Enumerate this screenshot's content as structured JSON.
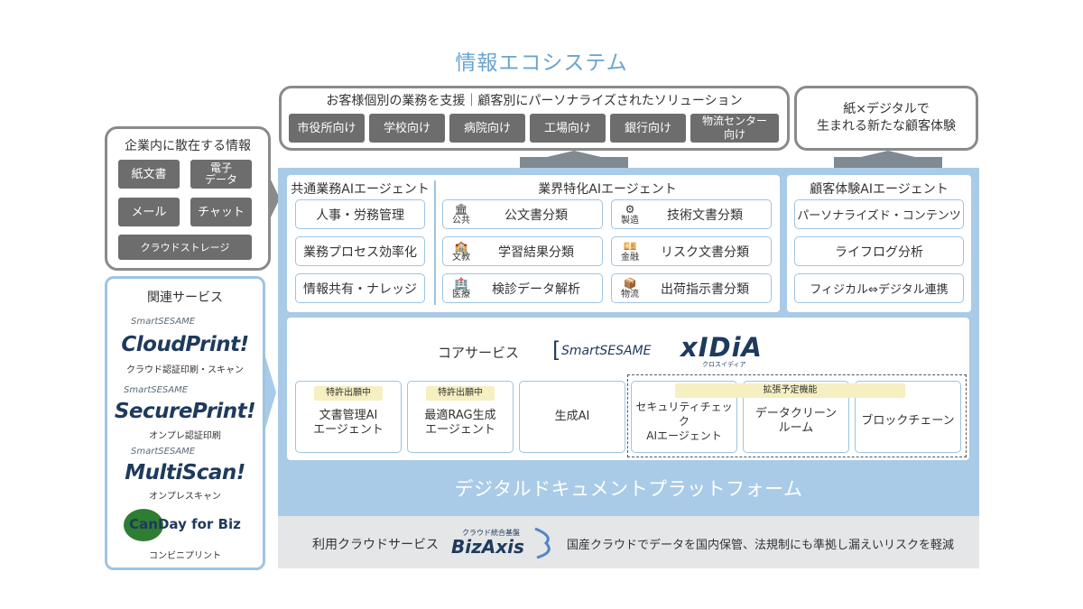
{
  "title": "情報エコシステム",
  "solutions": {
    "heading": "お客様個別の業務を支援｜顧客別にパーソナライズされたソリューション",
    "items": [
      "市役所向け",
      "学校向け",
      "病院向け",
      "工場向け",
      "銀行向け",
      "物流センター\n向け"
    ]
  },
  "experience_box": "紙×デジタルで\n生まれる新たな顧客体験",
  "scattered": {
    "heading": "企業内に散在する情報",
    "items": [
      "紙文書",
      "電子\nデータ",
      "メール",
      "チャット",
      "クラウドストレージ"
    ]
  },
  "common_agent": {
    "heading": "共通業務AIエージェント",
    "items": [
      "人事・労務管理",
      "業務プロセス効率化",
      "情報共有・ナレッジ"
    ]
  },
  "industry_agent": {
    "heading": "業界特化AIエージェント",
    "items": [
      {
        "tag": "公共",
        "label": "公文書分類",
        "icon": "building-icon",
        "sym": "🏛"
      },
      {
        "tag": "製造",
        "label": "技術文書分類",
        "icon": "robot-arm-icon",
        "sym": "⚙"
      },
      {
        "tag": "文教",
        "label": "学習結果分類",
        "icon": "school-icon",
        "sym": "🏫"
      },
      {
        "tag": "金融",
        "label": "リスク文書分類",
        "icon": "money-icon",
        "sym": "💴"
      },
      {
        "tag": "医療",
        "label": "検診データ解析",
        "icon": "hospital-icon",
        "sym": "🏥"
      },
      {
        "tag": "物流",
        "label": "出荷指示書分類",
        "icon": "box-icon",
        "sym": "📦"
      }
    ]
  },
  "cx_agent": {
    "heading": "顧客体験AIエージェント",
    "items": [
      "パーソナライズド・コンテンツ",
      "ライフログ分析",
      "フィジカル⇔デジタル連携"
    ]
  },
  "core": {
    "heading": "コアサービス",
    "brand_prefix": "SmartSESAME",
    "brand_main": "xIDiA",
    "brand_kana": "クロスイディア",
    "patent_badge": "特許出願中",
    "expansion_badge": "拡張予定機能",
    "items": [
      "文書管理AI\nエージェント",
      "最適RAG生成\nエージェント",
      "生成AI",
      "セキュリティチェック\nAIエージェント",
      "データクリーン\nルーム",
      "ブロックチェーン"
    ]
  },
  "platform": "デジタルドキュメントプラットフォーム",
  "cloud": {
    "label": "利用クラウドサービス",
    "brand_small": "クラウド統合基盤",
    "brand": "BizAxis",
    "description": "国産クラウドでデータを国内保管、法規制にも準拠し漏えいリスクを軽減"
  },
  "related": {
    "heading": "関連サービス",
    "items": [
      {
        "small": "SmartSESAME",
        "big": "CloudPrint!",
        "sub": "クラウド認証印刷・スキャン"
      },
      {
        "small": "SmartSESAME",
        "big": "SecurePrint!",
        "sub": "オンプレ認証印刷"
      },
      {
        "small": "SmartSESAME",
        "big": "MultiScan!",
        "sub": "オンプレスキャン"
      },
      {
        "small": "",
        "big": "CanDay for Biz",
        "sub": "コンビニプリント"
      }
    ]
  },
  "colors": {
    "accent_blue": "#6aa4cf",
    "panel_blue": "#a9cbe7",
    "tile_gray": "#6d6d6d",
    "badge_yellow": "#f6efc2"
  }
}
